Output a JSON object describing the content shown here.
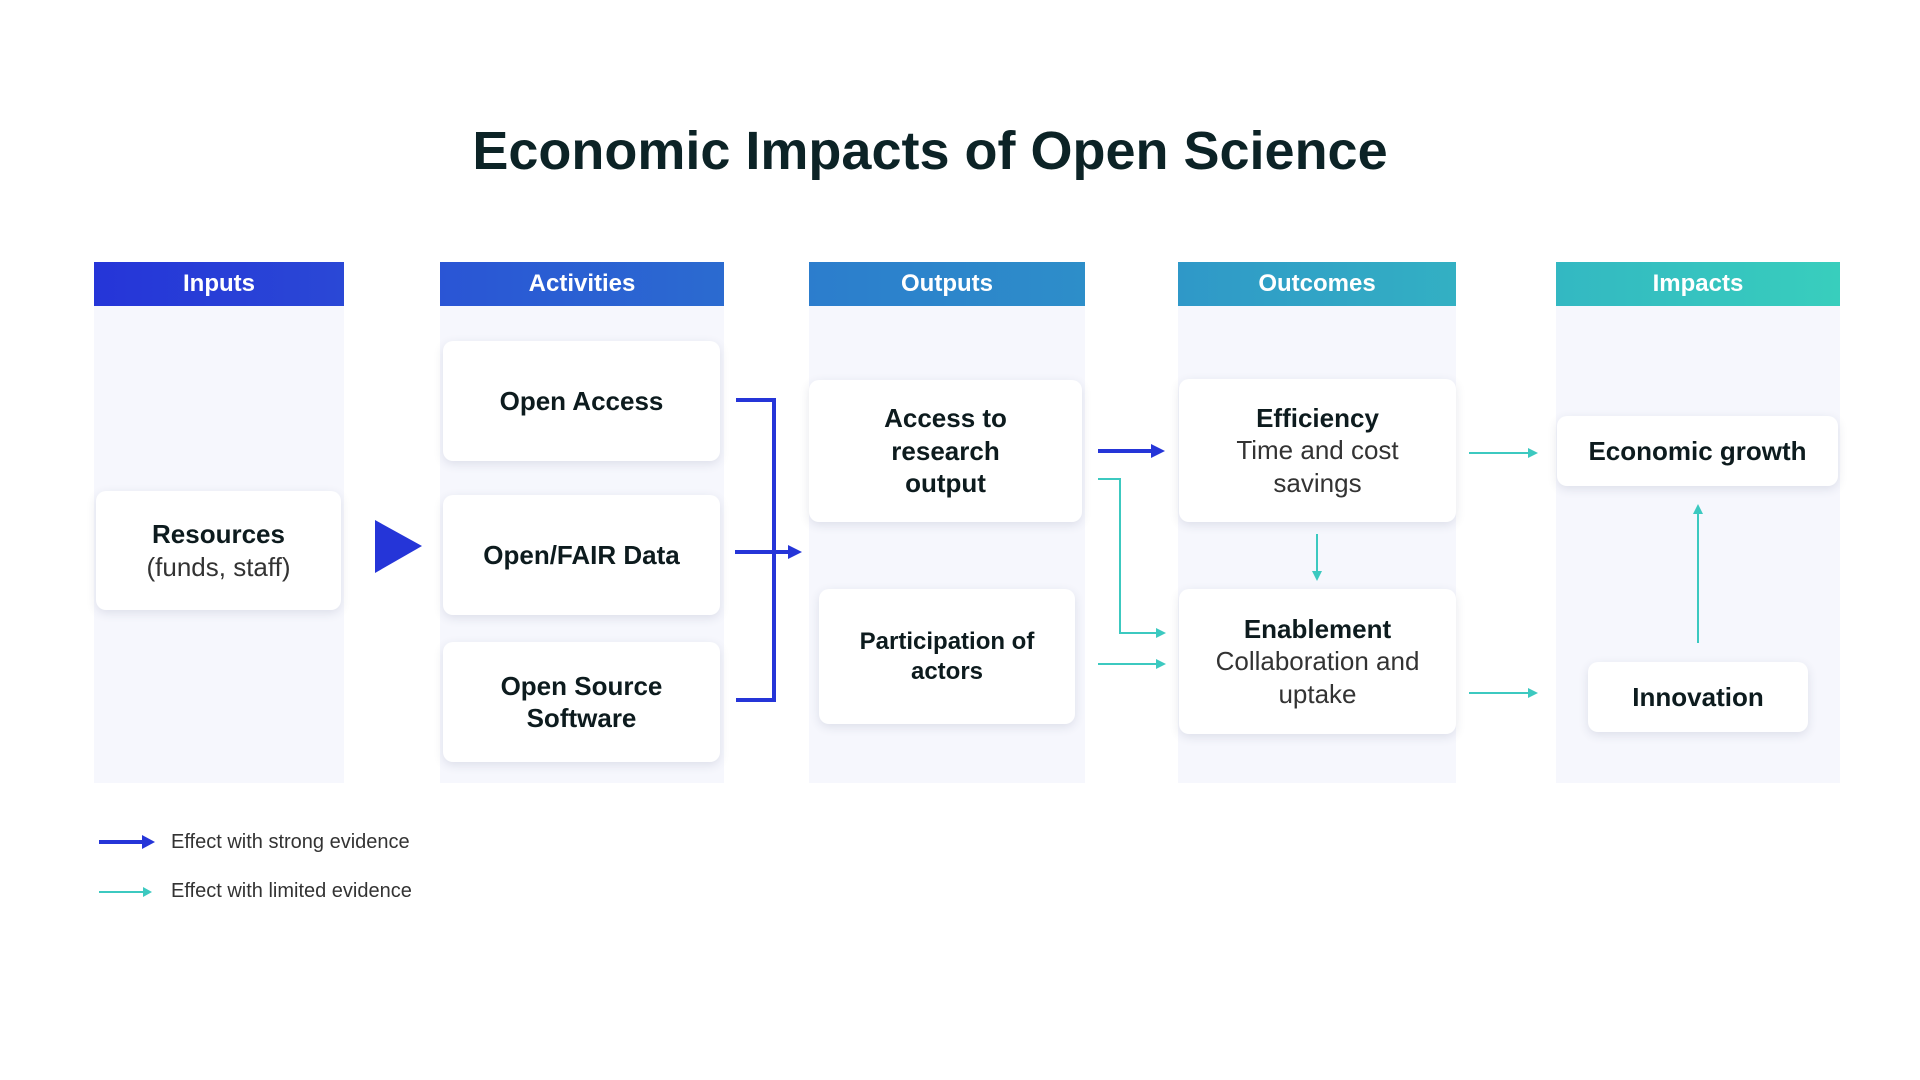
{
  "title": "Economic Impacts of Open Science",
  "columns": [
    {
      "label": "Inputs",
      "color": "#2535d8"
    },
    {
      "label": "Activities",
      "color": "#2a5bd4"
    },
    {
      "label": "Outputs",
      "color": "#2c84cc"
    },
    {
      "label": "Outcomes",
      "color": "#30a2c6"
    },
    {
      "label": "Impacts",
      "color": "#36c7bd"
    }
  ],
  "boxes": {
    "resources": {
      "title": "Resources",
      "sub": "(funds, staff)"
    },
    "open_access": {
      "title": "Open Access"
    },
    "open_fair": {
      "title": "Open/FAIR Data"
    },
    "oss": {
      "title": "Open Source Software"
    },
    "access": {
      "title": "Access to research output"
    },
    "participation": {
      "title": "Participation of actors"
    },
    "efficiency": {
      "title": "Efficiency",
      "sub": "Time and cost savings"
    },
    "enablement": {
      "title": "Enablement",
      "sub": "Collaboration and uptake"
    },
    "growth": {
      "title": "Economic growth"
    },
    "innovation": {
      "title": "Innovation"
    }
  },
  "legend": {
    "strong": "Effect with strong evidence",
    "limited": "Effect with limited evidence",
    "strong_color": "#2535d8",
    "limited_color": "#3cc9c0"
  }
}
